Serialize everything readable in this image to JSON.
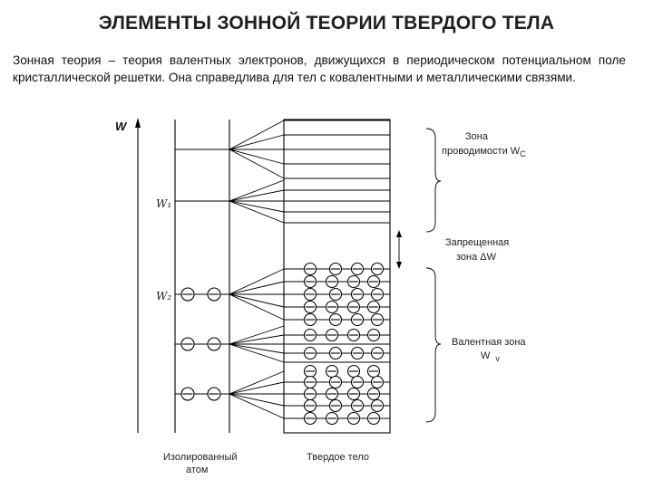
{
  "slide": {
    "title": "ЭЛЕМЕНТЫ ЗОННОЙ ТЕОРИИ ТВЕРДОГО ТЕЛА",
    "paragraph": "Зонная теория – теория валентных электронов, движущихся в периодическом потенциальном поле кристаллической решетки. Она справедлива для тел с ковалентными и металлическими связями."
  },
  "diagram": {
    "axis_label": "W",
    "level_labels": [
      "W₁",
      "W₂"
    ],
    "conduction_band": {
      "line1": "Зона",
      "line2": "проводимости W",
      "sub": "C"
    },
    "forbidden_band": {
      "line1": "Запрещенная",
      "line2": "зона ΔW"
    },
    "valence_band": {
      "line1": "Валентная зона",
      "line2": "W",
      "sub": "v"
    },
    "isolated_atom": {
      "line1": "Изолированный",
      "line2": "атом"
    },
    "solid": {
      "line1": "Твердое тело"
    }
  }
}
